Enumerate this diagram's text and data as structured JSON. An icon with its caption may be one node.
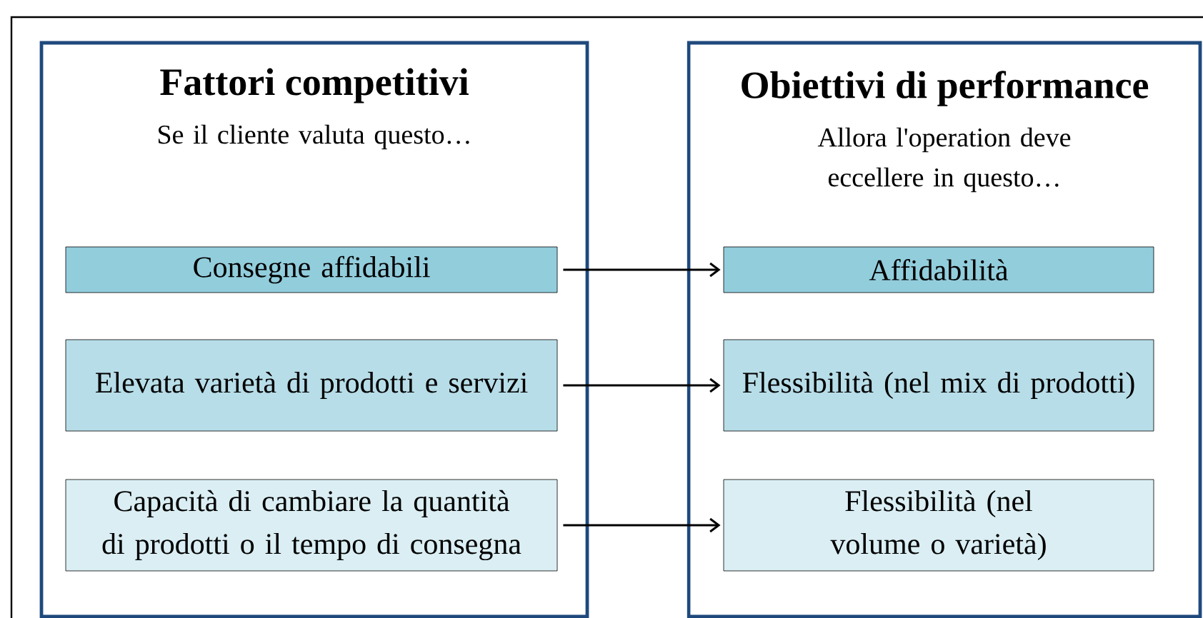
{
  "diagram": {
    "nodes": [
      {
        "text": [
          "Fattori competitivi",
          "Se il cliente valuta questo…"
        ]
      },
      {
        "text": [
          "Consegne affidabili"
        ],
        "in": 0
      },
      {
        "text": [
          "Elevata varietà di prodotti e servizi"
        ],
        "in": 0
      },
      {
        "text": [
          "Capacità di cambiare la quantità di prodotti o il tempo di consegna"
        ],
        "in": 0
      },
      {
        "text": [
          "Obiettivi di performance",
          "Allora l'operation deve eccellere in questo…"
        ]
      },
      {
        "text": [
          "Affidabilità"
        ],
        "in": 4
      },
      {
        "text": [
          "Flessibilità (nel mix di prodotti)"
        ],
        "in": 4
      },
      {
        "text": [
          "Flessibilità (nel volume o varietà)"
        ],
        "in": 4
      }
    ],
    "edges": [
      {
        "from": 1,
        "to": 5,
        "arrow": "to"
      },
      {
        "from": 2,
        "to": 6,
        "arrow": "to"
      },
      {
        "from": 3,
        "to": 7,
        "arrow": "to"
      }
    ]
  }
}
